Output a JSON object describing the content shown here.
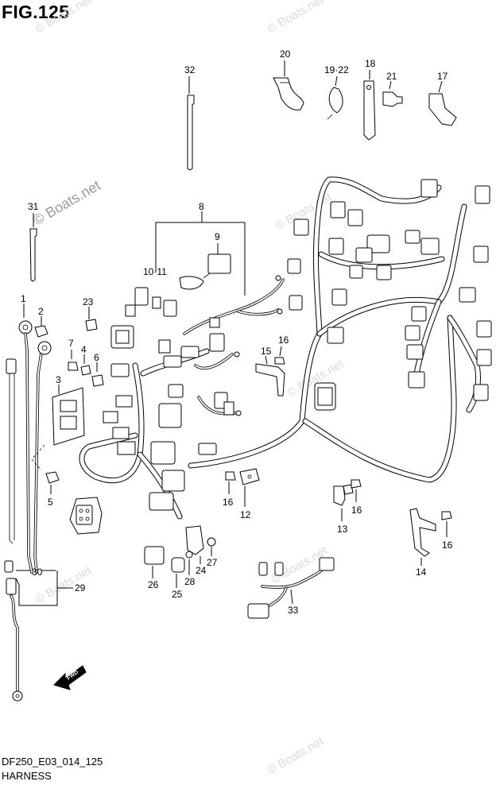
{
  "figure": {
    "title": "FIG.125"
  },
  "footer": {
    "code": "DF250_E03_014_125",
    "caption": "HARNESS"
  },
  "watermarks": {
    "brand": "© Boats.net"
  },
  "callouts": [
    "1",
    "2",
    "3",
    "4",
    "5",
    "6",
    "7",
    "8",
    "9",
    "10·11",
    "12",
    "13",
    "14",
    "15",
    "16",
    "17",
    "18",
    "19·22",
    "20",
    "21",
    "23",
    "24",
    "25",
    "26",
    "27",
    "28",
    "29",
    "30",
    "31",
    "32",
    "33"
  ],
  "fwd_label": "FWD"
}
